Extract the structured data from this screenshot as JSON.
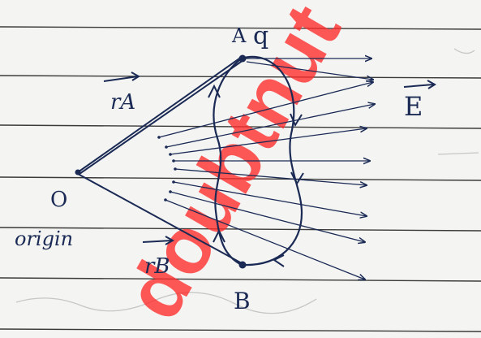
{
  "labels": {
    "point_a": "A",
    "charge": "q",
    "point_b": "B",
    "origin_symbol": "O",
    "origin_word": "origin",
    "vector_ra": "rA",
    "vector_rb": "rB",
    "field": "E"
  },
  "watermark": {
    "text": "doubtnut"
  },
  "colors": {
    "ink": "#1a2a55",
    "paper": "#f4f4f2",
    "ruled_line": "#3a3a3a",
    "watermark": "#ff2a2a"
  }
}
